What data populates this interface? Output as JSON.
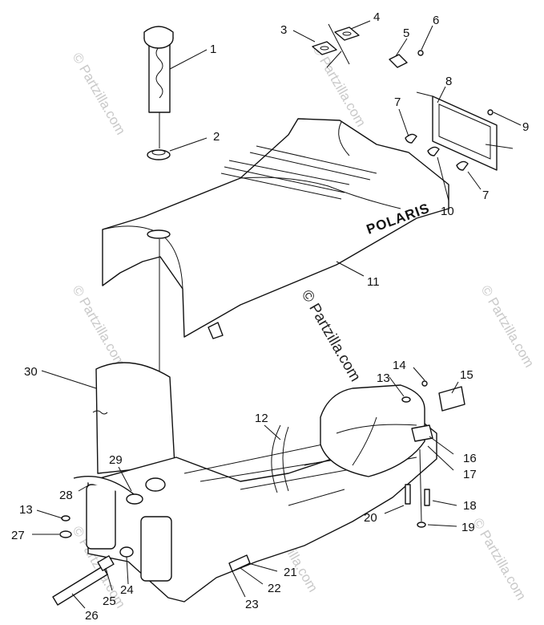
{
  "brand_logo": "POLARIS",
  "watermark_text": "© Partzilla.com",
  "callouts": [
    "1",
    "2",
    "3",
    "4",
    "5",
    "6",
    "7",
    "7",
    "8",
    "9",
    "10",
    "11",
    "12",
    "13",
    "13",
    "14",
    "15",
    "16",
    "17",
    "18",
    "19",
    "20",
    "21",
    "22",
    "23",
    "24",
    "25",
    "26",
    "27",
    "28",
    "29",
    "30"
  ]
}
